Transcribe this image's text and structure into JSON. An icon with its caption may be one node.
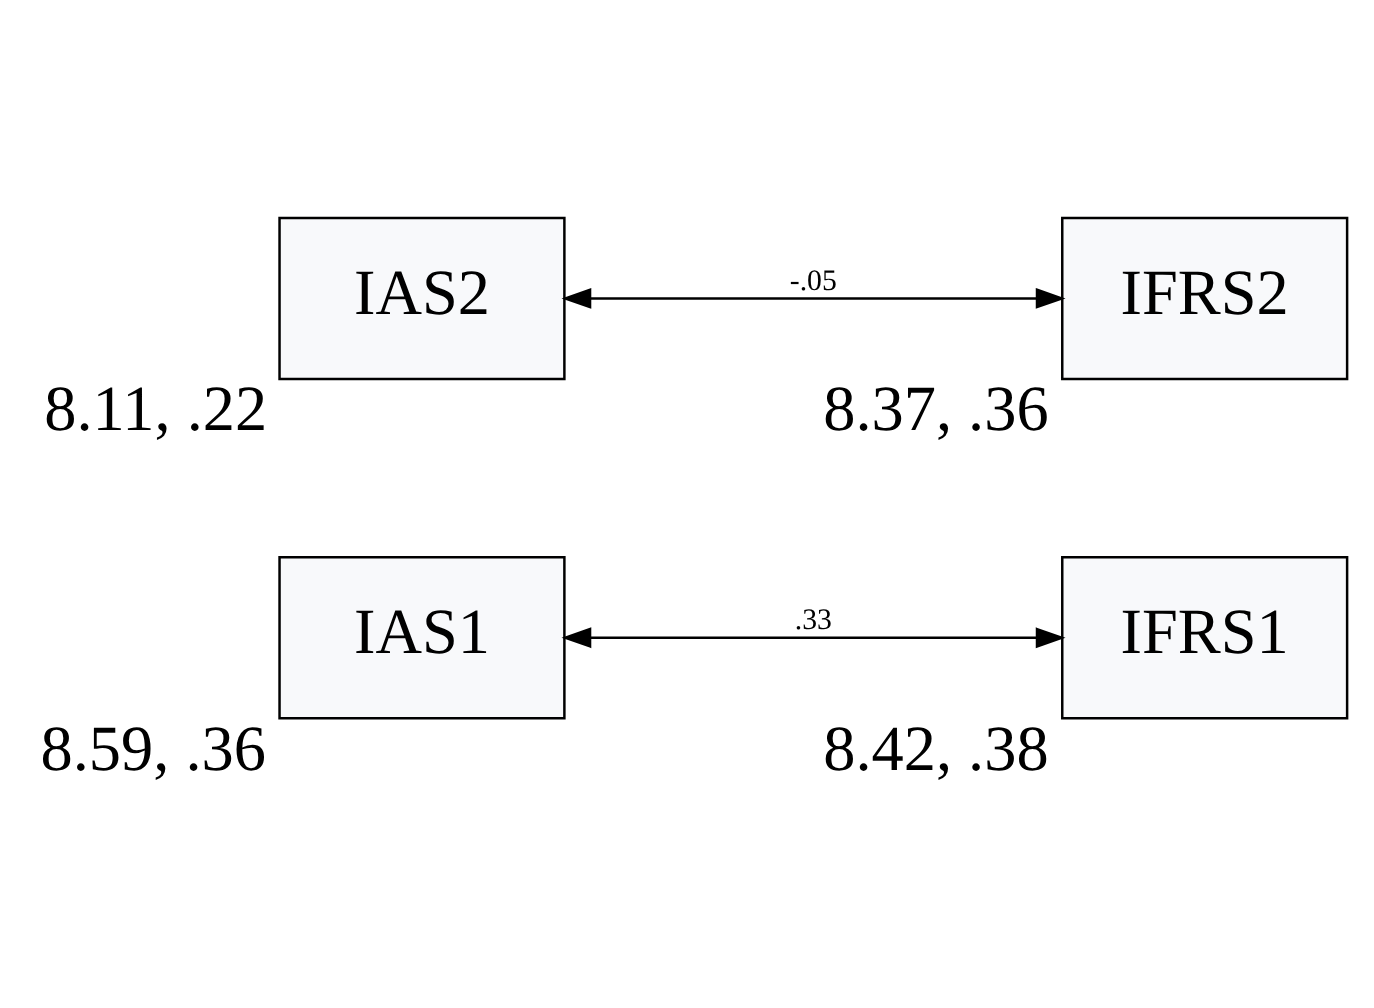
{
  "diagram": {
    "nodes": [
      {
        "text": [
          "IAS1"
        ],
        "beside": [
          "8.59, .36"
        ]
      },
      {
        "text": [
          "IFRS1"
        ],
        "beside": [
          "8.42, .38"
        ]
      },
      {
        "text": [
          "IAS2"
        ],
        "beside": [
          "8.11, .22"
        ]
      },
      {
        "text": [
          "IFRS2"
        ],
        "beside": [
          "8.37, .36"
        ]
      }
    ],
    "edges": [
      {
        "from": 0,
        "to": 1,
        "arrow": "both",
        "label": ".33"
      },
      {
        "from": 2,
        "to": 3,
        "arrow": "both",
        "label": "-.05"
      }
    ]
  }
}
